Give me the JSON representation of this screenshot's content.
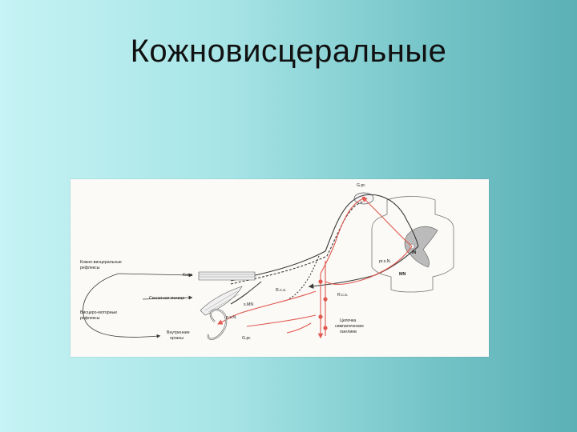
{
  "slide": {
    "title": "Кожновисцеральные"
  },
  "diagram": {
    "colors": {
      "red_path": "#e0584f",
      "dark_path": "#3a3a3a",
      "background": "#fbfaf7"
    },
    "labels": {
      "gpr_top": "G.pr.",
      "IN": "IN",
      "pr_s_N": "pr.s.N.",
      "MN": "MN",
      "skin_visceral": "Кожно-висцеральные\nрефлексы",
      "kozha": "Кожа",
      "R_c_s_1": "R.c.s.",
      "R_c_s_2": "R.c.s.",
      "skeletal_muscle": "Скелетная мышца",
      "sMN": "s.MN",
      "viscero_motor": "Висцеро-моторные\nрефлексы",
      "p_s_N": "p.s.N.",
      "internal_organs": "Внутренние\nорганы",
      "gpr_bottom": "G.pr.",
      "symp_chain": "Цепочка\nсимпатических\nганглиев"
    }
  }
}
